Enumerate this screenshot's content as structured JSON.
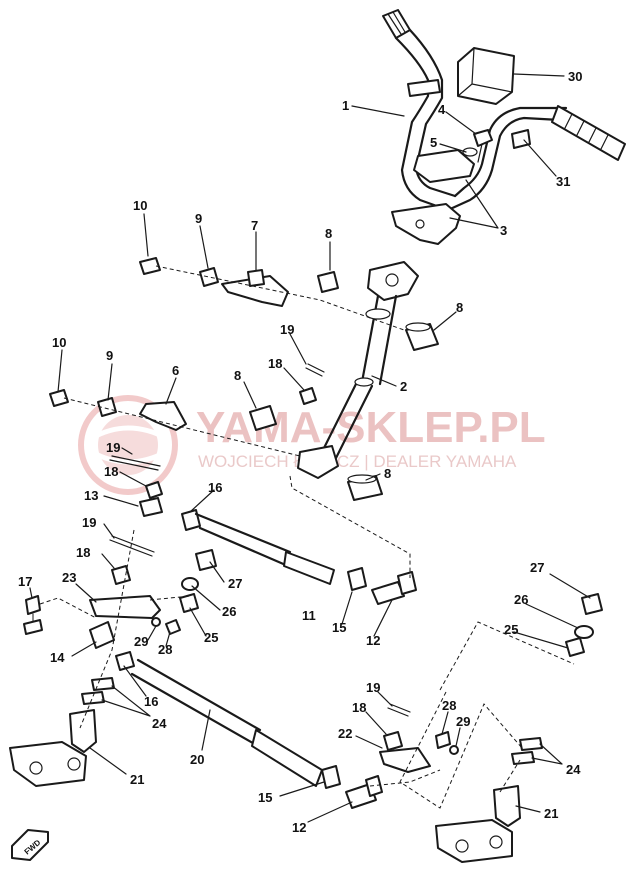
{
  "watermark": {
    "title": "YAMA-SKLEP.PL",
    "subtitle": "WOJCIECH ŁOWICZ | DEALER YAMAHA",
    "color": "#e8b8b8"
  },
  "fwd_label": "FWD",
  "colors": {
    "line": "#1a1a1a",
    "background": "#ffffff"
  },
  "callouts": [
    {
      "id": "c30",
      "text": "30"
    },
    {
      "id": "c1",
      "text": "1"
    },
    {
      "id": "c4",
      "text": "4"
    },
    {
      "id": "c5",
      "text": "5"
    },
    {
      "id": "c31",
      "text": "31"
    },
    {
      "id": "c3",
      "text": "3"
    },
    {
      "id": "c10a",
      "text": "10"
    },
    {
      "id": "c9a",
      "text": "9"
    },
    {
      "id": "c7",
      "text": "7"
    },
    {
      "id": "c8a",
      "text": "8"
    },
    {
      "id": "c8b",
      "text": "8"
    },
    {
      "id": "c19a",
      "text": "19"
    },
    {
      "id": "c18a",
      "text": "18"
    },
    {
      "id": "c2",
      "text": "2"
    },
    {
      "id": "c10b",
      "text": "10"
    },
    {
      "id": "c9b",
      "text": "9"
    },
    {
      "id": "c6",
      "text": "6"
    },
    {
      "id": "c8c",
      "text": "8"
    },
    {
      "id": "c19b",
      "text": "19"
    },
    {
      "id": "c18b",
      "text": "18"
    },
    {
      "id": "c8d",
      "text": "8"
    },
    {
      "id": "c13",
      "text": "13"
    },
    {
      "id": "c16a",
      "text": "16"
    },
    {
      "id": "c19c",
      "text": "19"
    },
    {
      "id": "c18c",
      "text": "18"
    },
    {
      "id": "c27a",
      "text": "27"
    },
    {
      "id": "c26a",
      "text": "26"
    },
    {
      "id": "c25a",
      "text": "25"
    },
    {
      "id": "c17",
      "text": "17"
    },
    {
      "id": "c23",
      "text": "23"
    },
    {
      "id": "c11",
      "text": "11"
    },
    {
      "id": "c15a",
      "text": "15"
    },
    {
      "id": "c12a",
      "text": "12"
    },
    {
      "id": "c29a",
      "text": "29"
    },
    {
      "id": "c28a",
      "text": "28"
    },
    {
      "id": "c14",
      "text": "14"
    },
    {
      "id": "c16b",
      "text": "16"
    },
    {
      "id": "c24a",
      "text": "24"
    },
    {
      "id": "c20",
      "text": "20"
    },
    {
      "id": "c21a",
      "text": "21"
    },
    {
      "id": "c27b",
      "text": "27"
    },
    {
      "id": "c26b",
      "text": "26"
    },
    {
      "id": "c25b",
      "text": "25"
    },
    {
      "id": "c19d",
      "text": "19"
    },
    {
      "id": "c18d",
      "text": "18"
    },
    {
      "id": "c28b",
      "text": "28"
    },
    {
      "id": "c22",
      "text": "22"
    },
    {
      "id": "c29b",
      "text": "29"
    },
    {
      "id": "c24b",
      "text": "24"
    },
    {
      "id": "c15b",
      "text": "15"
    },
    {
      "id": "c12b",
      "text": "12"
    },
    {
      "id": "c21b",
      "text": "21"
    }
  ]
}
